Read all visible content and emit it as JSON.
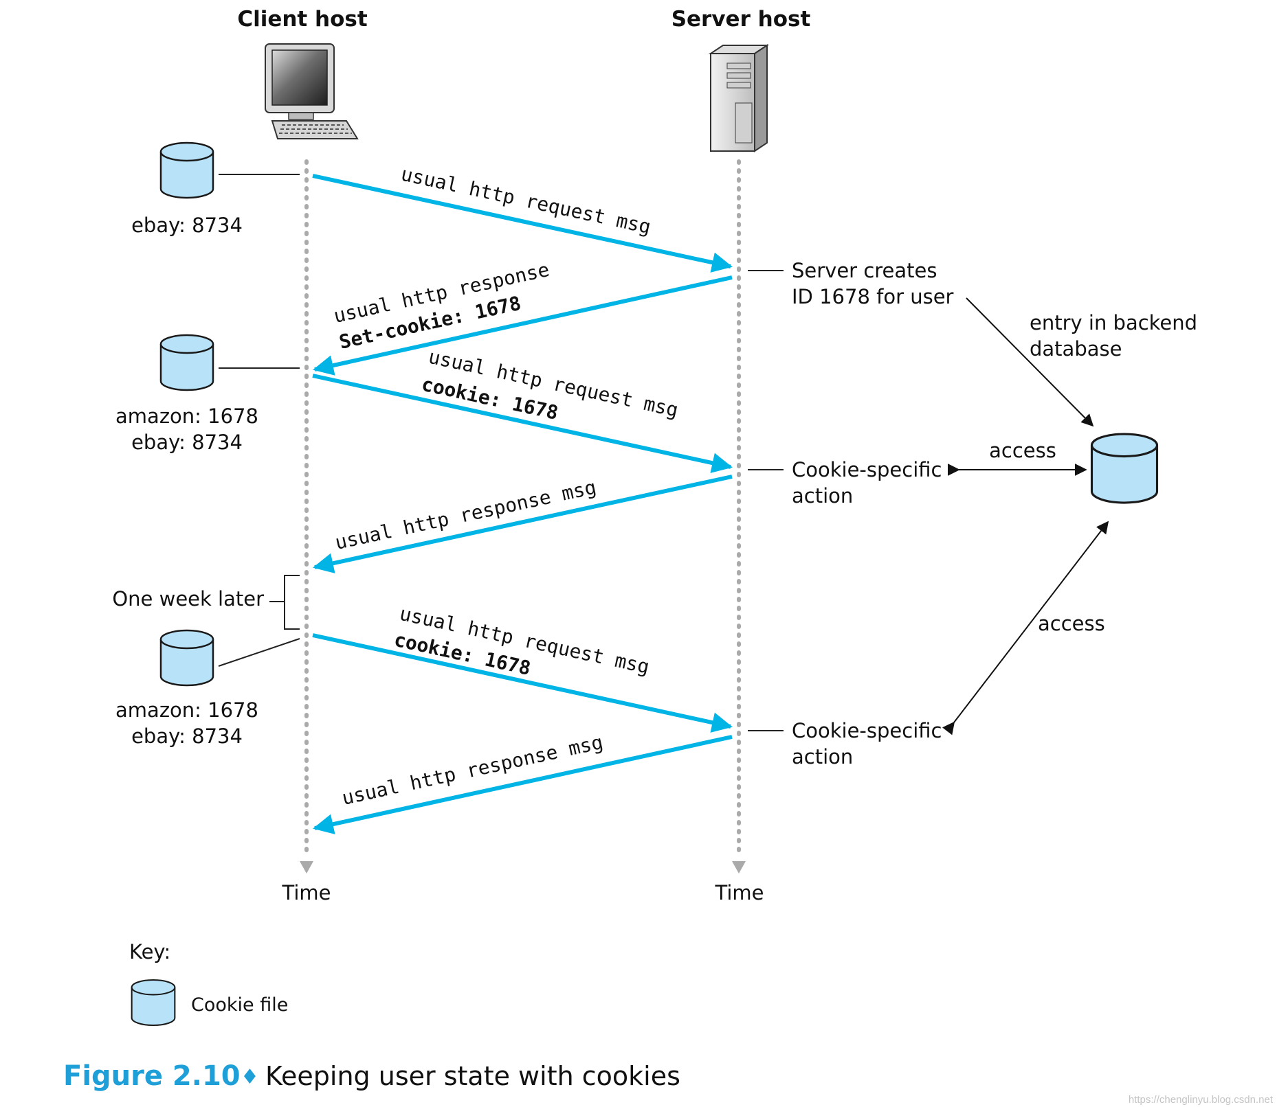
{
  "hosts": {
    "client": "Client host",
    "server": "Server host"
  },
  "timeline": {
    "client_time": "Time",
    "server_time": "Time"
  },
  "messages": {
    "m1": "usual http request msg",
    "m2_line1": "usual http response",
    "m2_line2": "Set-cookie: 1678",
    "m3_line1": "usual http request msg",
    "m3_line2": "cookie: 1678",
    "m4": "usual http response msg",
    "m5_line1": "usual http request msg",
    "m5_line2": "cookie: 1678",
    "m6": "usual http response msg"
  },
  "cookie_files": {
    "c1": [
      "ebay: 8734"
    ],
    "c2": [
      "amazon: 1678",
      "ebay: 8734"
    ],
    "c3": [
      "amazon: 1678",
      "ebay: 8734"
    ]
  },
  "server_notes": {
    "create_line1": "Server creates",
    "create_line2": "ID 1678 for user",
    "action1_line1": "Cookie-specific",
    "action1_line2": "action",
    "action2_line1": "Cookie-specific",
    "action2_line2": "action"
  },
  "database": {
    "entry_line1": "entry in backend",
    "entry_line2": "database",
    "access1": "access",
    "access2": "access"
  },
  "one_week": "One week later",
  "key": {
    "title": "Key:",
    "cookie_file": "Cookie file"
  },
  "caption": {
    "figure": "Figure 2.10",
    "separator": "♦",
    "text": "Keeping user state with cookies"
  },
  "watermark": "https://chenglinyu.blog.csdn.net",
  "colors": {
    "arrow": "#00b4e6",
    "cylinder_fill": "#b7e2f7",
    "caption_accent": "#1e9fd8"
  }
}
